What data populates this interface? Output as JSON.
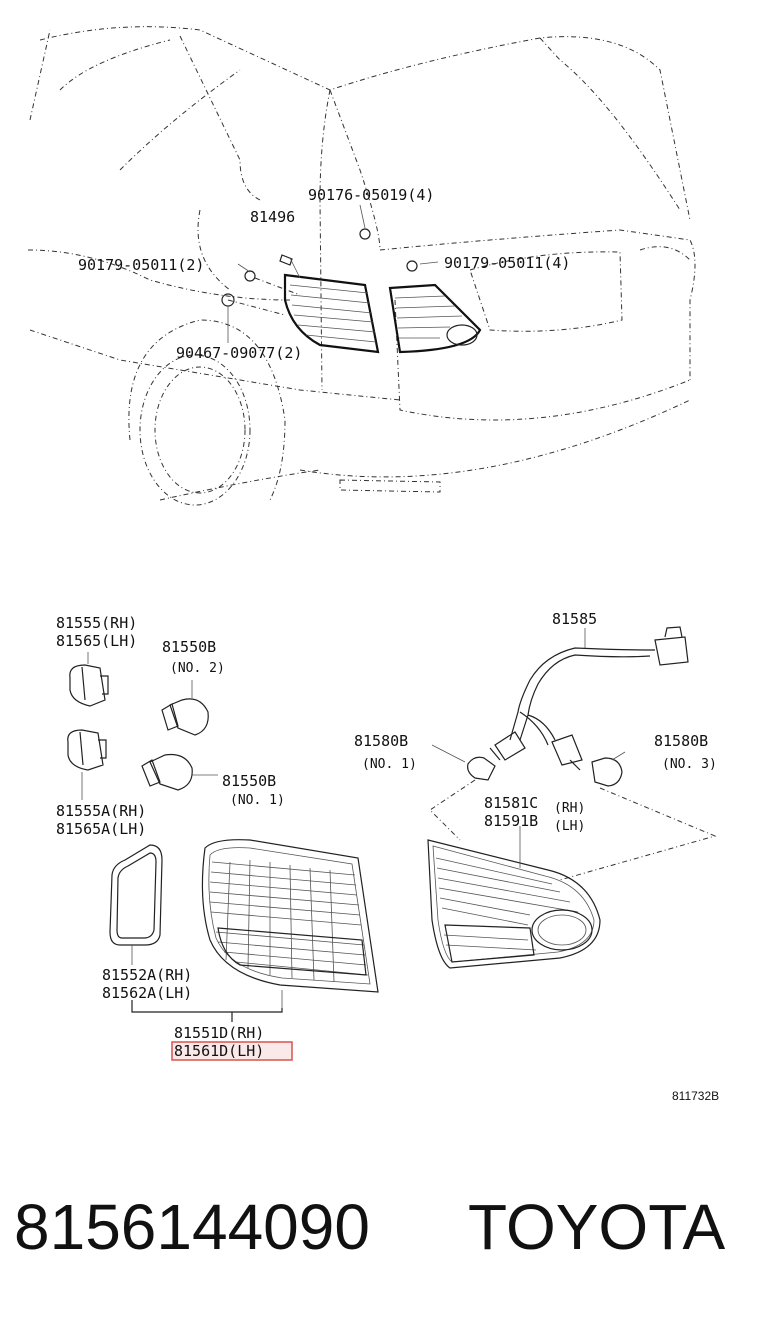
{
  "callouts": {
    "c_90176": "90176-05019(4)",
    "c_81496": "81496",
    "c_90179_lh": "90179-05011(2)",
    "c_90179_rh": "90179-05011(4)",
    "c_90467": "90467-09077(2)",
    "c_81555_rh": "81555(RH)",
    "c_81565_lh": "81565(LH)",
    "c_81550b_top": "81550B",
    "c_no2": "(NO. 2)",
    "c_81550b_mid": "81550B",
    "c_no1_left": "(NO. 1)",
    "c_81555a_rh": "81555A(RH)",
    "c_81565a_lh": "81565A(LH)",
    "c_81552a_rh": "81552A(RH)",
    "c_81562a_lh": "81562A(LH)",
    "c_81551d_rh": "81551D(RH)",
    "c_81561d_lh": "81561D(LH)",
    "c_81585": "81585",
    "c_81580b_left": "81580B",
    "c_no1_right": "(NO. 1)",
    "c_81580b_right": "81580B",
    "c_no3": "(NO. 3)",
    "c_81581c": "81581C",
    "c_rh": "(RH)",
    "c_81591b": "81591B",
    "c_lh": "(LH)",
    "diagram_code": "811732B"
  },
  "highlight_color": "#d9534f",
  "footer": {
    "part_number": "8156144090",
    "brand": "TOYOTA"
  }
}
